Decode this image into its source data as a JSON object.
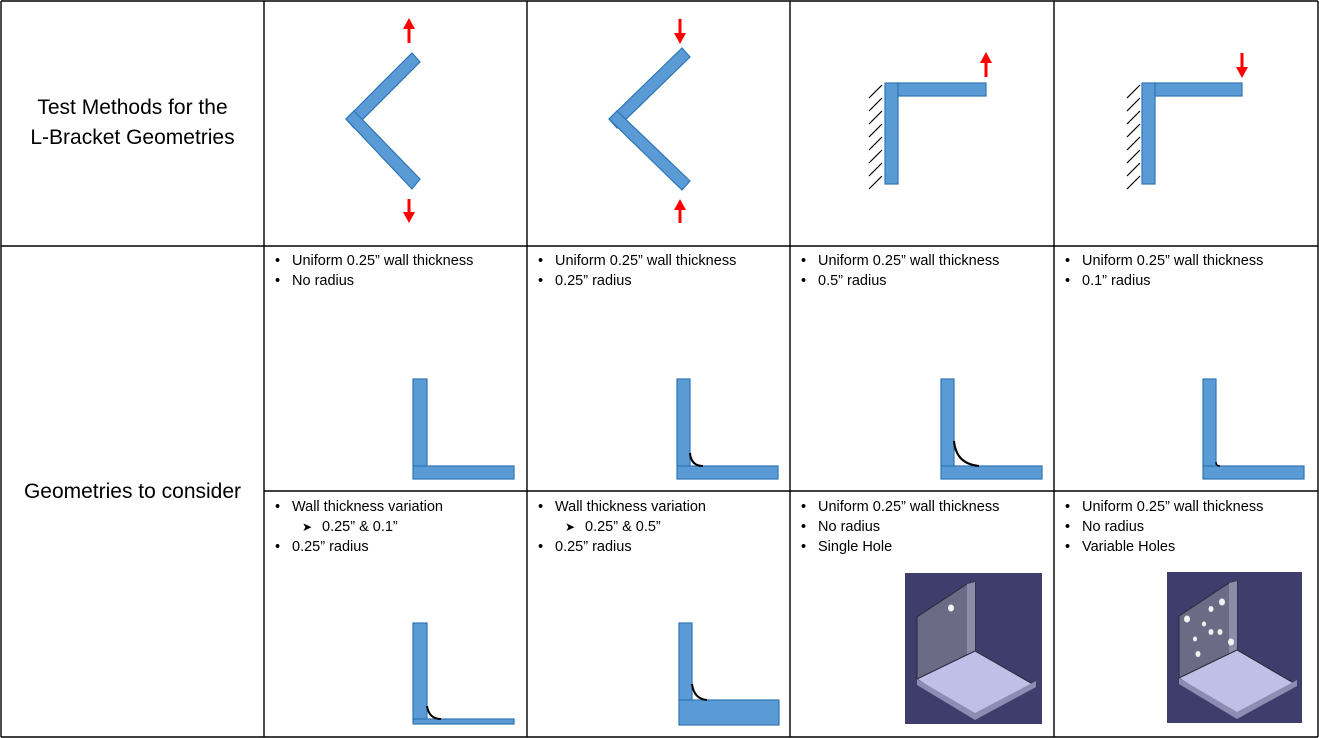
{
  "row_headers": {
    "test_methods": [
      "Test Methods for the",
      "L-Bracket Geometries"
    ],
    "geometries": "Geometries to consider"
  },
  "test_methods": [
    {
      "loading": "opening (pull apart)",
      "arrows": [
        "up",
        "down"
      ]
    },
    {
      "loading": "closing (push together)",
      "arrows": [
        "down",
        "up"
      ]
    },
    {
      "loading": "cantilever pulled up",
      "arrows": [
        "up"
      ]
    },
    {
      "loading": "cantilever pushed down",
      "arrows": [
        "down"
      ]
    }
  ],
  "geometries_row1": [
    {
      "bullets": [
        "Uniform 0.25” wall thickness",
        "No radius"
      ]
    },
    {
      "bullets": [
        "Uniform 0.25” wall thickness",
        "0.25” radius"
      ]
    },
    {
      "bullets": [
        "Uniform 0.25” wall thickness",
        "0.5” radius"
      ]
    },
    {
      "bullets": [
        "Uniform 0.25” wall thickness",
        "0.1” radius"
      ]
    }
  ],
  "geometries_row2": [
    {
      "bullets": [
        "Wall thickness variation",
        "0.25” radius"
      ],
      "sub": "0.25” & 0.1”"
    },
    {
      "bullets": [
        "Wall thickness variation",
        "0.25” radius"
      ],
      "sub": "0.25” & 0.5”"
    },
    {
      "bullets": [
        "Uniform 0.25” wall thickness",
        "No radius",
        "Single Hole"
      ]
    },
    {
      "bullets": [
        "Uniform 0.25” wall thickness",
        "No radius",
        "Variable Holes"
      ]
    }
  ],
  "colors": {
    "beam": "#5b9bd5",
    "beam_edge": "#2e75b6",
    "arrow": "#ff0000",
    "render_bg": "#3f3d6b"
  }
}
